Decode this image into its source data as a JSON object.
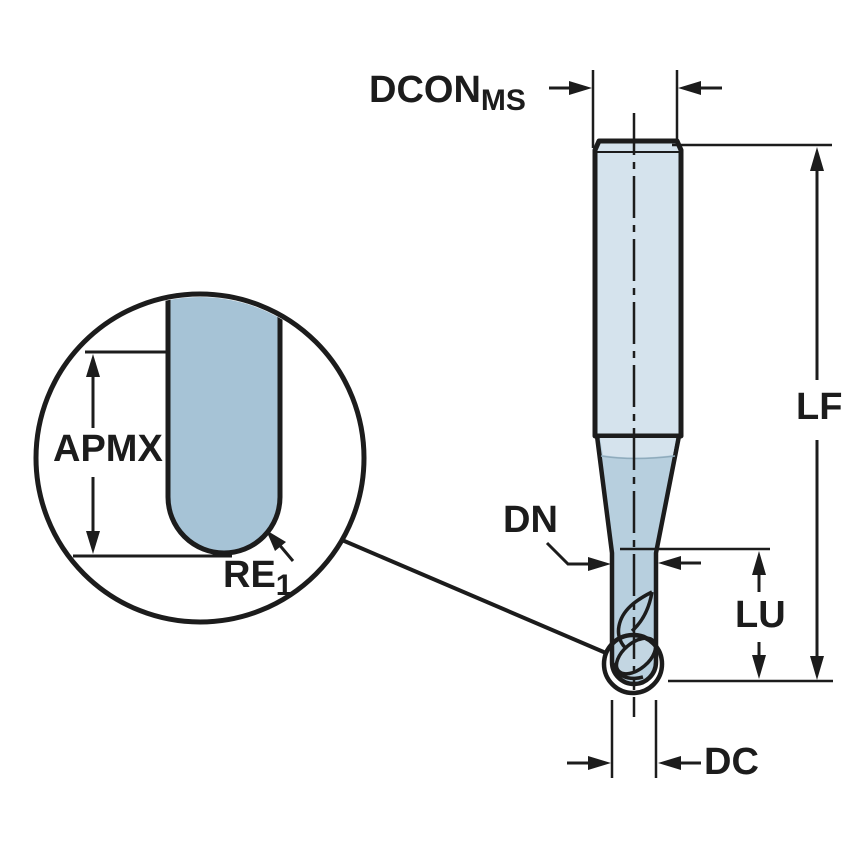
{
  "figure": {
    "type": "technical-drawing",
    "subject": "ball-nose-end-mill-dimension-diagram",
    "labels": {
      "dcon_base": "DCON",
      "dcon_sub": "MS",
      "lf": "LF",
      "dn": "DN",
      "lu": "LU",
      "dc": "DC",
      "apmx": "APMX",
      "re_base": "RE",
      "re_sub": "1"
    },
    "colors": {
      "outline": "#1c1c1c",
      "shank_fill": "#d5e3ed",
      "taper_fill": "#b7cfde",
      "flute_face_fill": "#c3d6e2",
      "detail_fill": "#a6c3d6",
      "background": "#ffffff"
    }
  }
}
